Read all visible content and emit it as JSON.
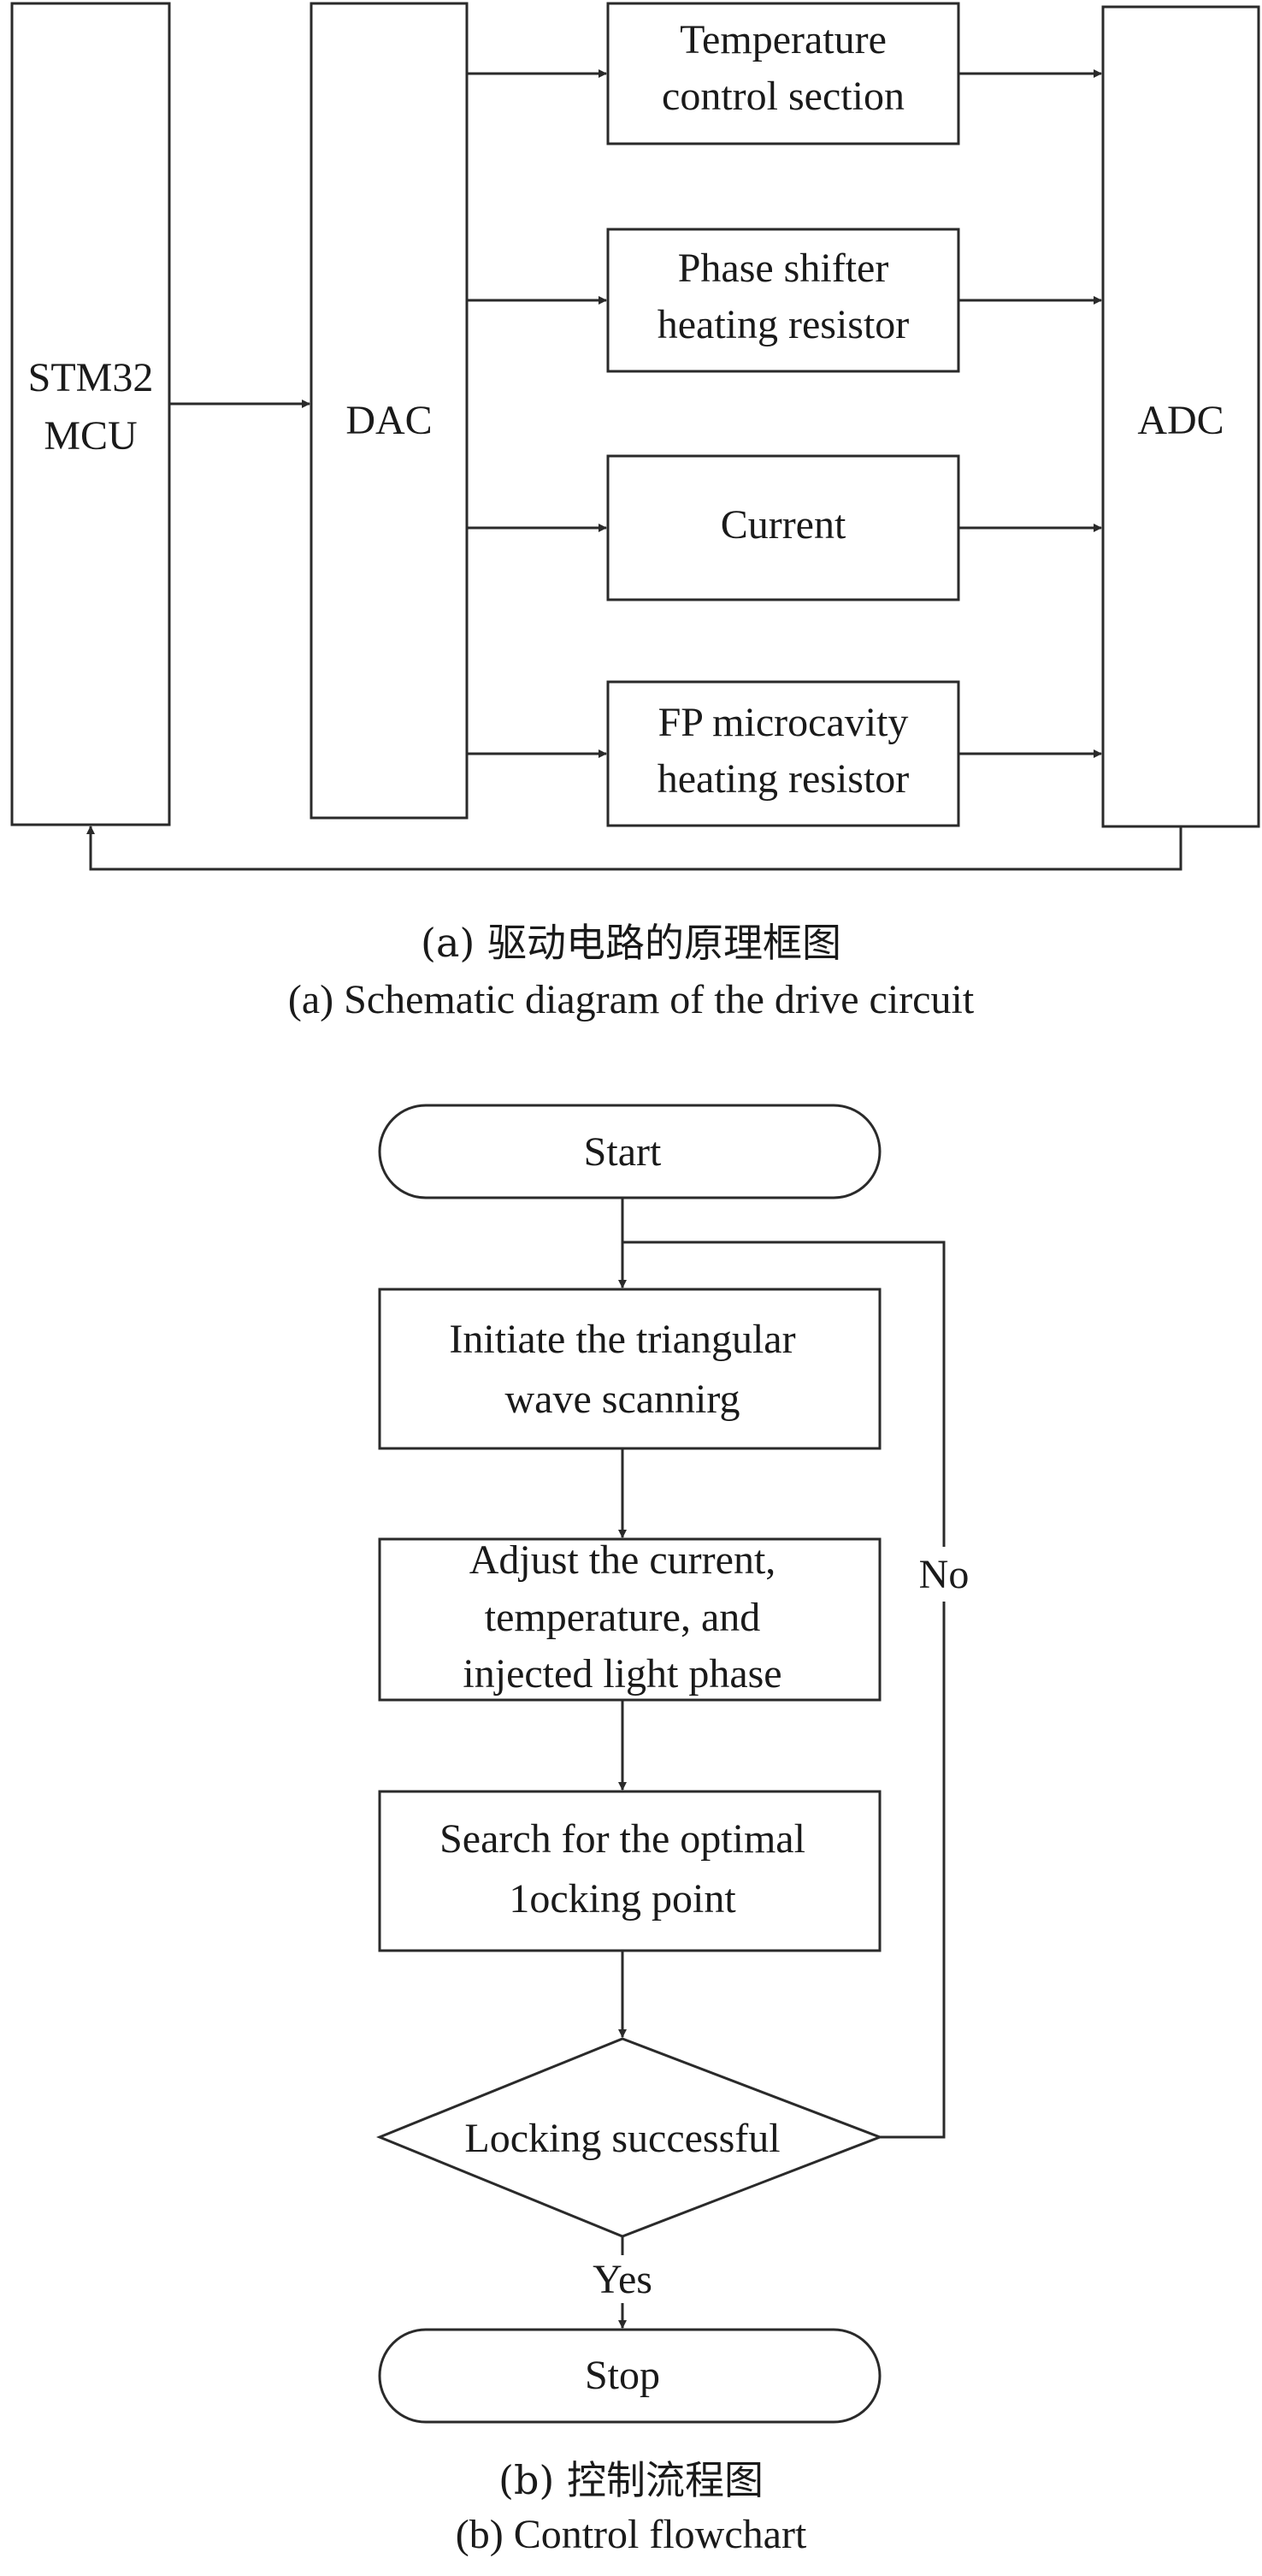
{
  "drive_circuit": {
    "blocks": {
      "mcu": [
        "STM32",
        "MCU"
      ],
      "dac": [
        "DAC"
      ],
      "adc": [
        "ADC"
      ],
      "temperature": [
        "Temperature",
        "control section"
      ],
      "phase_shifter": [
        "Phase shifter",
        "heating resistor"
      ],
      "current": [
        "Current"
      ],
      "fp_microcavity": [
        "FP microcavity",
        "heating resistor"
      ]
    },
    "caption_cn": "(a) 驱动电路的原理框图",
    "caption_en": "(a) Schematic diagram of the drive circuit"
  },
  "flowchart": {
    "start": "Start",
    "step1": [
      "Initiate the triangular",
      "wave scannirg"
    ],
    "step2": [
      "Adjust the current,",
      "temperature, and",
      "injected light phase"
    ],
    "step3": [
      "Search for the optimal",
      "1ocking point"
    ],
    "decision": "Locking successful",
    "no_label": "No",
    "yes_label": "Yes",
    "stop": "Stop",
    "caption_cn": "(b) 控制流程图",
    "caption_en": "(b) Control flowchart"
  }
}
